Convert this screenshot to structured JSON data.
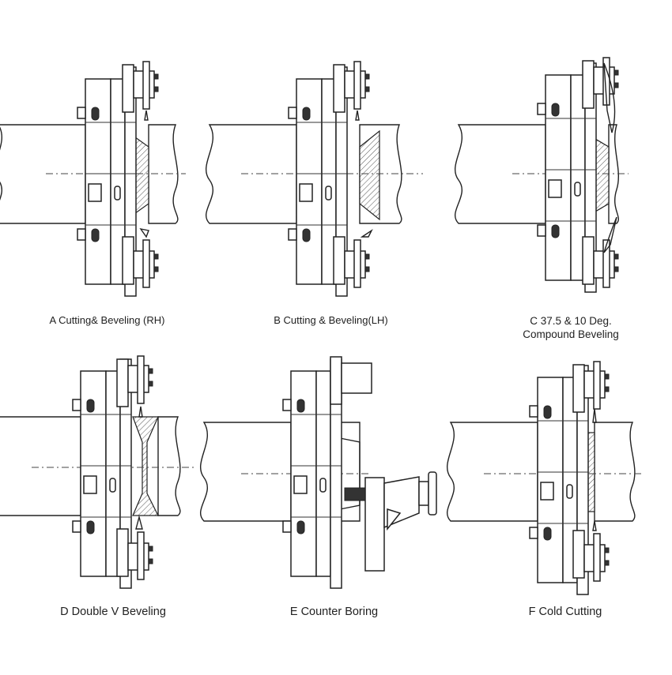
{
  "diagrams": [
    {
      "id": "A",
      "caption": [
        "A Cutting& Beveling (RH)"
      ]
    },
    {
      "id": "B",
      "caption": [
        "B Cutting & Beveling(LH)"
      ]
    },
    {
      "id": "C",
      "caption": [
        "C 37.5 & 10 Deg.",
        "Compound Beveling"
      ]
    },
    {
      "id": "D",
      "caption": [
        "D Double V Beveling"
      ]
    },
    {
      "id": "E",
      "caption": [
        "E Counter Boring"
      ]
    },
    {
      "id": "F",
      "caption": [
        "F Cold Cutting"
      ]
    }
  ],
  "colors": {
    "line": "#222222",
    "background": "#ffffff"
  }
}
